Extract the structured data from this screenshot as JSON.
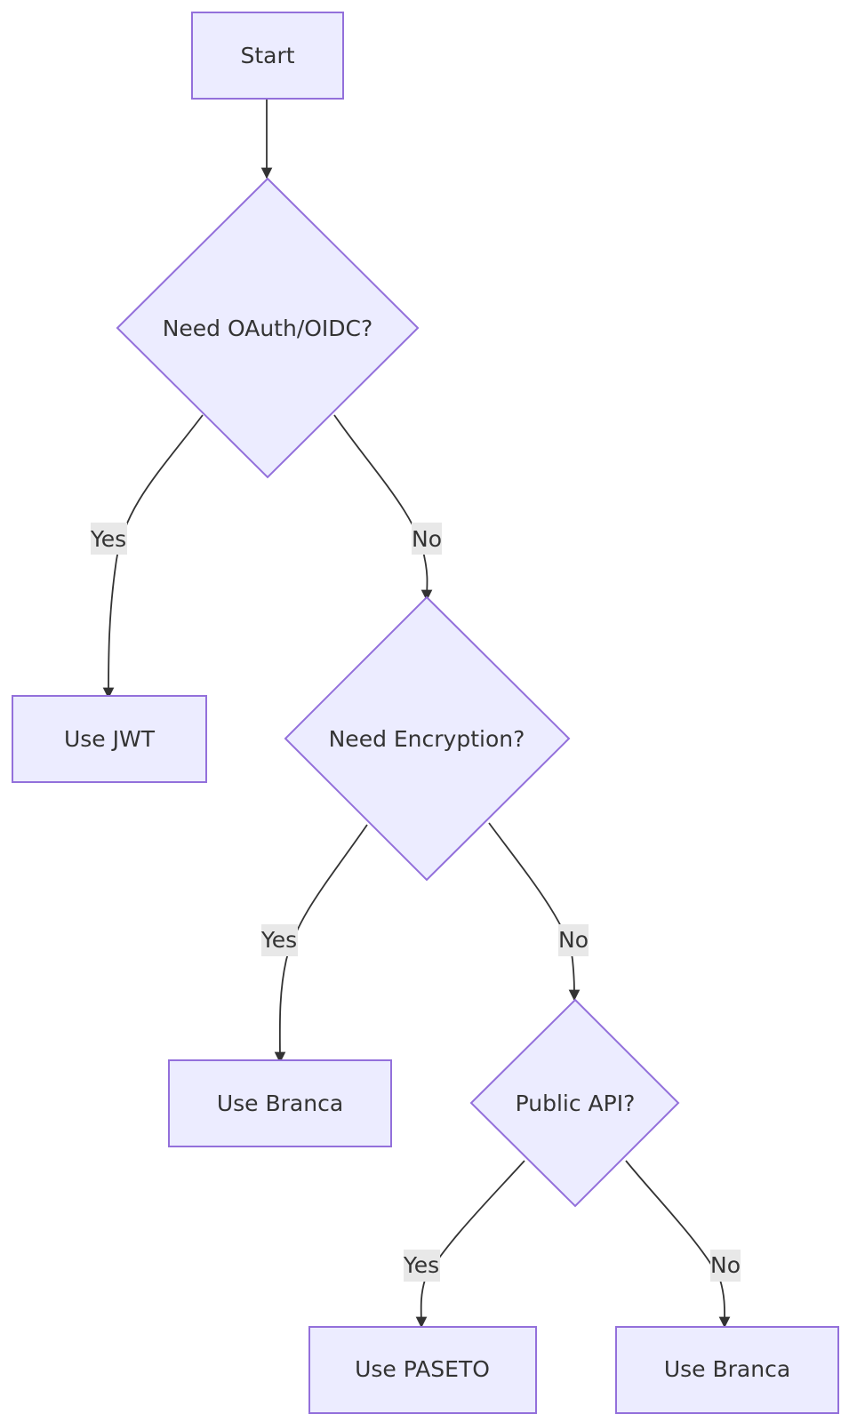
{
  "nodes": {
    "start": "Start",
    "need_oauth": "Need OAuth/OIDC?",
    "use_jwt": "Use JWT",
    "need_encryption": "Need Encryption?",
    "use_branca_1": "Use Branca",
    "public_api": "Public API?",
    "use_paseto": "Use PASETO",
    "use_branca_2": "Use Branca"
  },
  "edges": {
    "oauth_yes": "Yes",
    "oauth_no": "No",
    "encryption_yes": "Yes",
    "encryption_no": "No",
    "public_yes": "Yes",
    "public_no": "No"
  },
  "colors": {
    "node_fill": "#ececff",
    "node_stroke": "#9370db",
    "edge": "#333333",
    "label_bg": "#e8e8e8"
  }
}
